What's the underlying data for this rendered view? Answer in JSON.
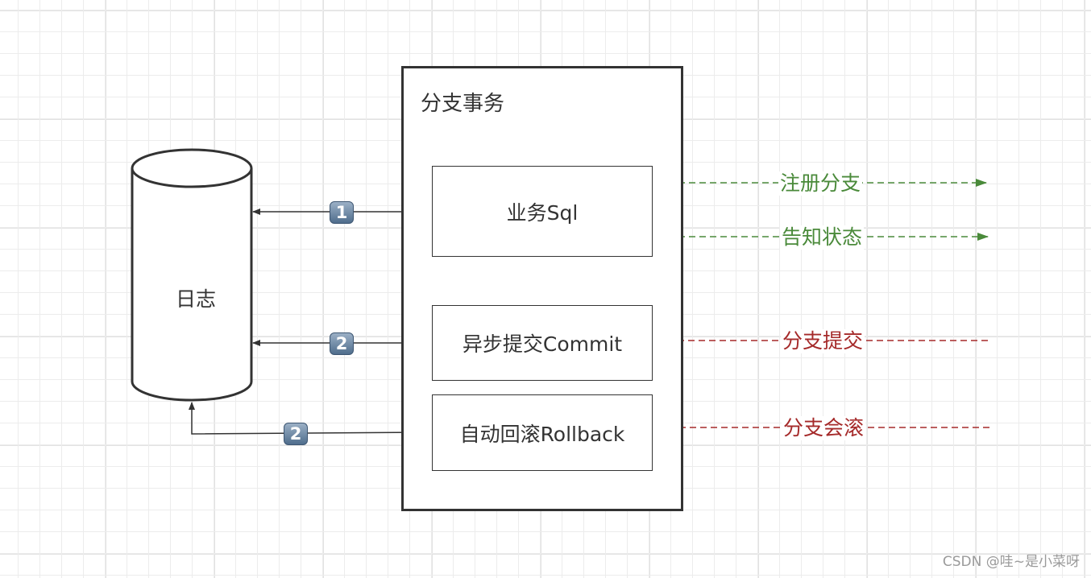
{
  "diagram": {
    "log_store_label": "日志",
    "branch_box_title": "分支事务",
    "boxes": {
      "business_sql": "业务Sql",
      "async_commit": "异步提交Commit",
      "auto_rollback": "自动回滚Rollback"
    },
    "badges": {
      "step1": "1",
      "step2a": "2",
      "step2b": "2"
    },
    "flows": {
      "register_branch": "注册分支",
      "report_status": "告知状态",
      "branch_commit": "分支提交",
      "branch_rollback": "分支会滚"
    },
    "colors": {
      "outgoing": "#4a8a3a",
      "incoming": "#a52a2a",
      "stroke": "#333333"
    }
  },
  "watermark": "CSDN @哇~是小菜呀"
}
